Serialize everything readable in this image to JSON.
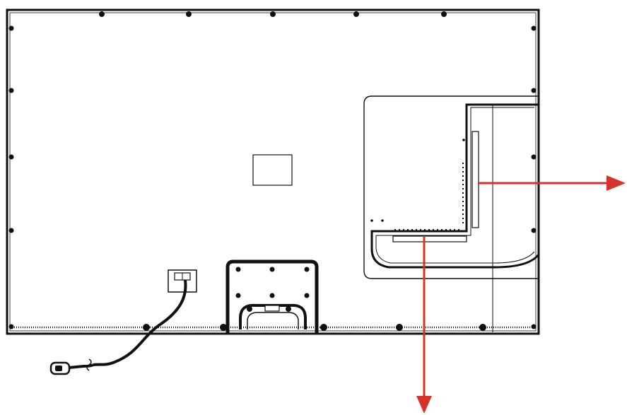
{
  "diagram": {
    "subject": "tv-rear-panel",
    "colors": {
      "line": "#111111",
      "arrow": "#d6312b",
      "background": "#ffffff"
    },
    "callouts": [
      {
        "id": "side-ports",
        "label": ""
      },
      {
        "id": "bottom-ports",
        "label": ""
      }
    ]
  }
}
